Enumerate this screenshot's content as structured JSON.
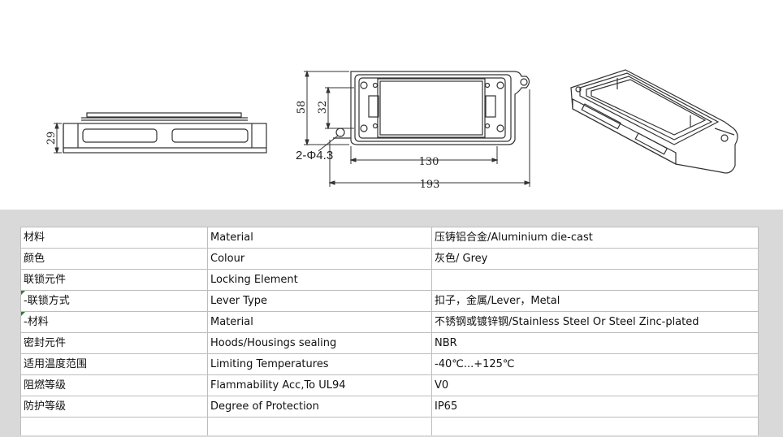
{
  "drawing_labels": {
    "side_height": "29",
    "top_outer_height": "58",
    "top_inner_height": "32",
    "hole_spec": "2-Φ4.3",
    "inner_width": "130",
    "outer_width": "193"
  },
  "spec_table": {
    "rows": [
      {
        "cn": "材料",
        "en": "Material",
        "value": "压铸铝合金/Aluminium die-cast",
        "flag": false
      },
      {
        "cn": "颜色",
        "en": "Colour",
        "value": "灰色/ Grey",
        "flag": false
      },
      {
        "cn": "联锁元件",
        "en": "Locking Element",
        "value": "",
        "flag": false
      },
      {
        "cn": " -联锁方式",
        "en": "Lever Type",
        "value": "扣子，金属/Lever，Metal",
        "flag": true
      },
      {
        "cn": " -材料",
        "en": "Material",
        "value": "不锈钢或镀锌钢/Stainless Steel Or Steel Zinc-plated",
        "flag": true
      },
      {
        "cn": "密封元件",
        "en": "Hoods/Housings sealing",
        "value": "NBR",
        "flag": false
      },
      {
        "cn": "适用温度范围",
        "en": "Limiting Temperatures",
        "value": "-40℃...+125℃",
        "flag": false
      },
      {
        "cn": "阻燃等级",
        "en": "Flammability Acc,To UL94",
        "value": "V0",
        "flag": false
      },
      {
        "cn": "防护等级",
        "en": "Degree of Protection",
        "value": "IP65",
        "flag": false
      }
    ]
  }
}
